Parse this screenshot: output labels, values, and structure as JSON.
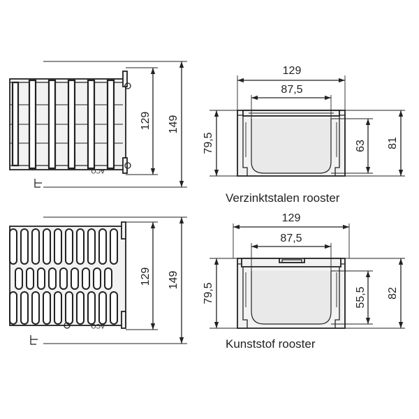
{
  "top_plan": {
    "dim_inner": "129",
    "dim_outer": "149",
    "brand": "ACO"
  },
  "top_section": {
    "dim_width_outer": "129",
    "dim_width_inner": "87,5",
    "dim_height_left": "79,5",
    "dim_depth_inner": "63",
    "dim_height_right": "81",
    "caption": "Verzinktstalen rooster"
  },
  "bottom_plan": {
    "dim_inner": "129",
    "dim_outer": "149",
    "brand": "ACO"
  },
  "bottom_section": {
    "dim_width_outer": "129",
    "dim_width_inner": "87,5",
    "dim_height_left": "79,5",
    "dim_depth_inner": "55,5",
    "dim_height_right": "82",
    "caption": "Kunststof rooster"
  }
}
